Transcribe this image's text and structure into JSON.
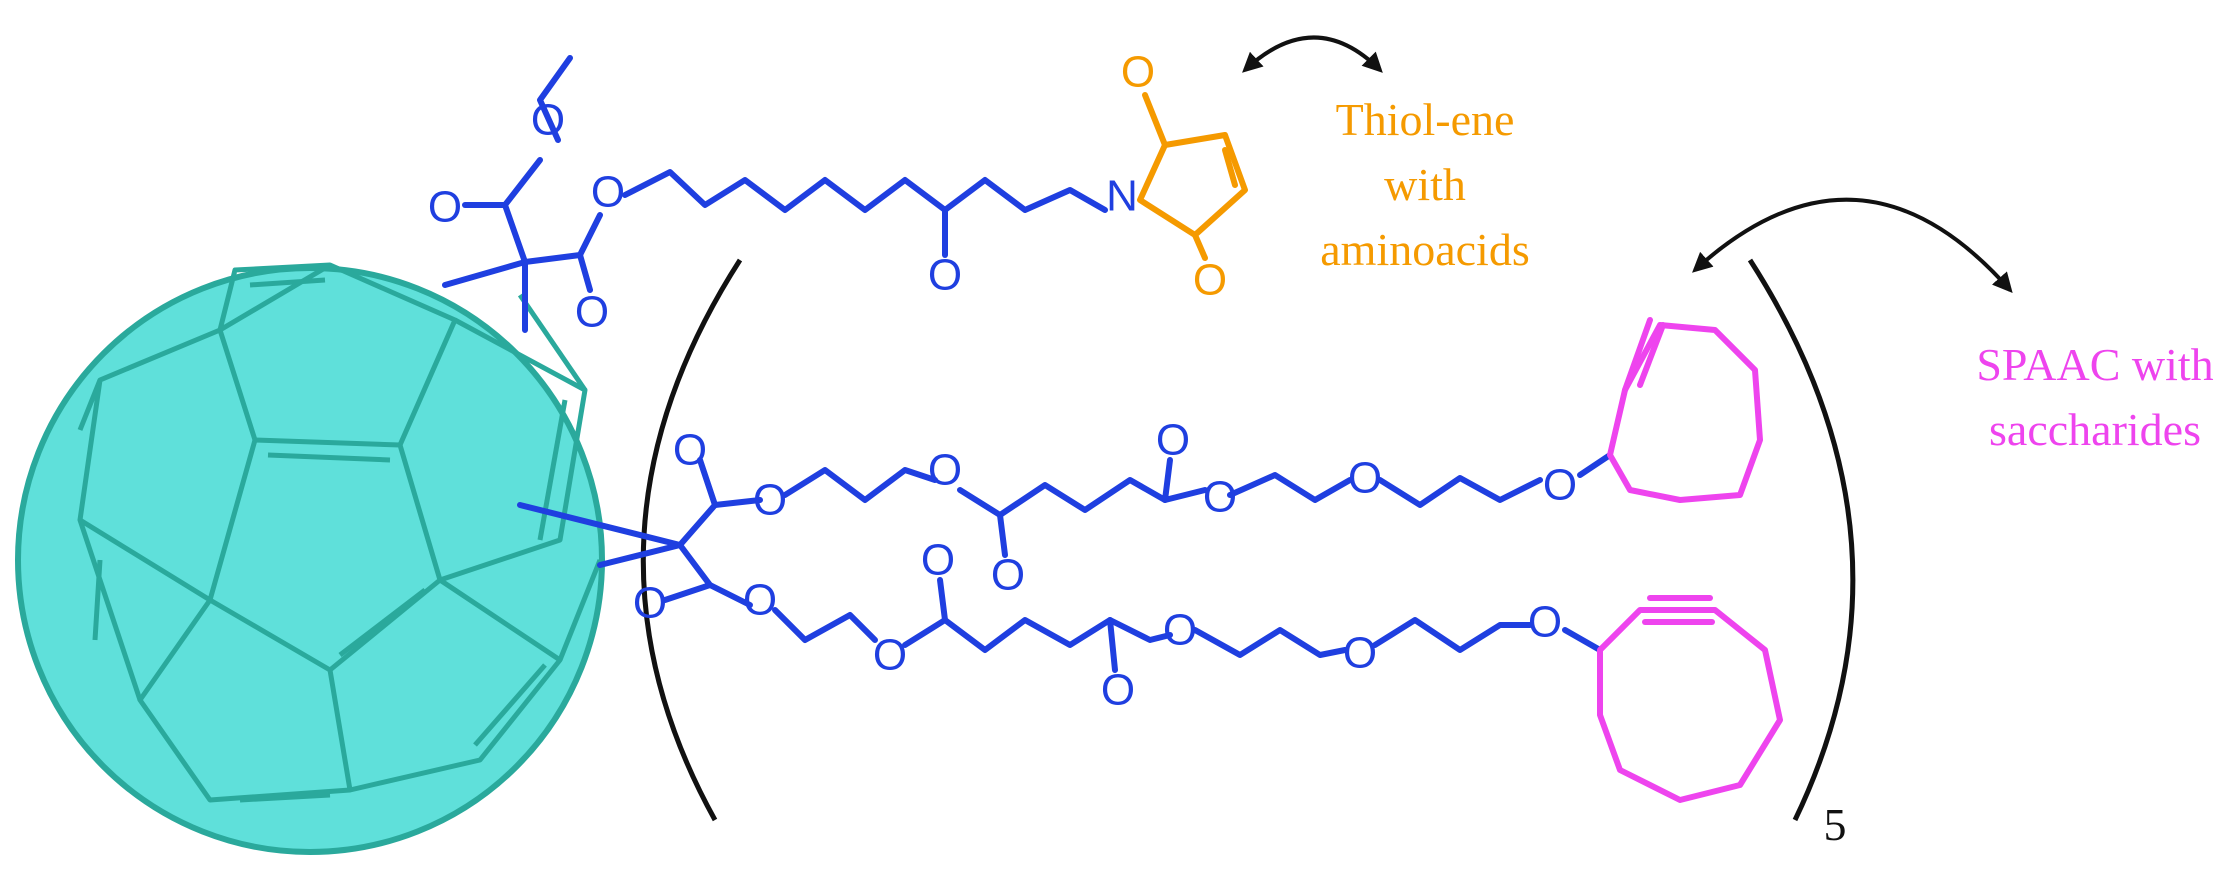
{
  "colors": {
    "linker": "#1f3fe0",
    "maleimide": "#f59a00",
    "cyclooctyne": "#ee44ee",
    "fullerene_fill": "#5fe0da",
    "fullerene_stroke": "#2aa99c",
    "arrow": "#111111"
  },
  "atoms": {
    "oxygen": "O",
    "nitrogen": "N"
  },
  "annotations": {
    "thiol_ene": [
      "Thiol-ene",
      "with",
      "aminoacids"
    ],
    "spaac": [
      "SPAAC with",
      "saccharides"
    ]
  },
  "repeat_subscript": "5"
}
